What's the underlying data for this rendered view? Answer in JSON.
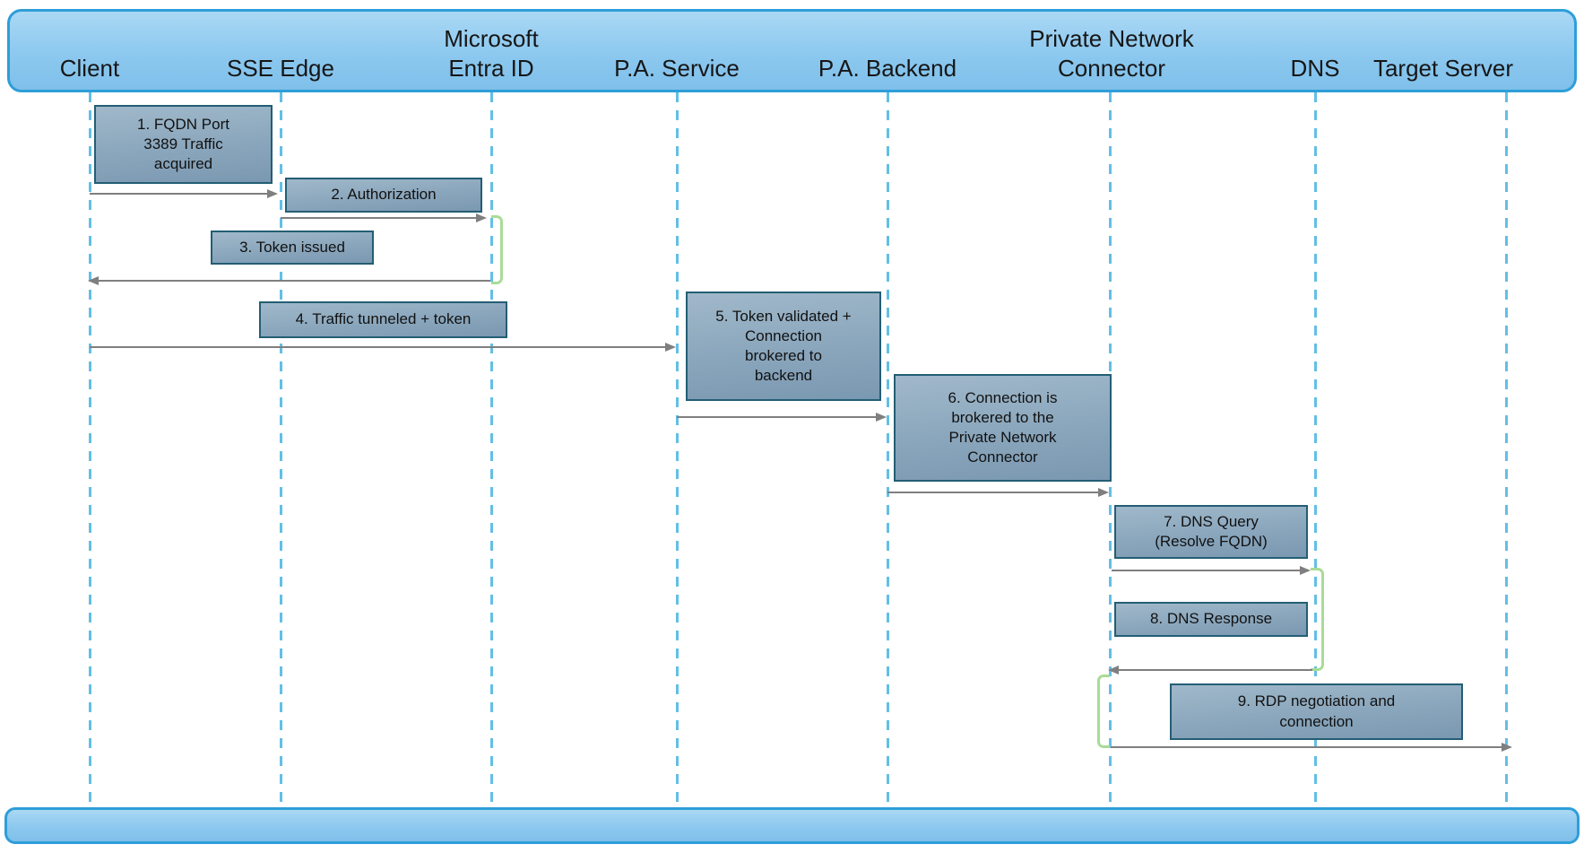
{
  "diagram": {
    "type": "sequence-diagram",
    "actors": [
      {
        "name": "Client"
      },
      {
        "name": "SSE Edge"
      },
      {
        "name": "Microsoft\nEntra ID"
      },
      {
        "name": "P.A. Service"
      },
      {
        "name": "P.A. Backend"
      },
      {
        "name": "Private Network\nConnector"
      },
      {
        "name": "DNS"
      },
      {
        "name": "Target Server"
      }
    ],
    "messages": [
      {
        "label": "1. FQDN Port\n3389 Traffic\nacquired",
        "from": "Client",
        "to": "SSE Edge"
      },
      {
        "label": "2. Authorization",
        "from": "SSE Edge",
        "to": "Microsoft Entra ID"
      },
      {
        "label": "3. Token issued",
        "from": "Microsoft Entra ID",
        "to": "Client"
      },
      {
        "label": "4. Traffic tunneled + token",
        "from": "Client",
        "to": "P.A. Service"
      },
      {
        "label": "5. Token validated +\nConnection\nbrokered to\nbackend",
        "from": "P.A. Service",
        "to": "P.A. Backend"
      },
      {
        "label": "6. Connection is\nbrokered to the\nPrivate Network\nConnector",
        "from": "P.A. Backend",
        "to": "Private Network Connector"
      },
      {
        "label": "7. DNS Query\n(Resolve FQDN)",
        "from": "Private Network Connector",
        "to": "DNS"
      },
      {
        "label": "8. DNS Response",
        "from": "DNS",
        "to": "Private Network Connector"
      },
      {
        "label": "9. RDP negotiation and\nconnection",
        "from": "Private Network Connector",
        "to": "Target Server"
      }
    ],
    "activations": [
      {
        "actor": "Microsoft Entra ID",
        "between": [
          "2. Authorization",
          "3. Token issued"
        ]
      },
      {
        "actor": "DNS",
        "between": [
          "7. DNS Query (Resolve FQDN)",
          "8. DNS Response"
        ]
      },
      {
        "actor": "Private Network Connector",
        "between": [
          "8. DNS Response",
          "9. RDP negotiation and connection"
        ]
      }
    ],
    "colors": {
      "header_fill": "#8cc8ef",
      "header_border": "#2e9ed9",
      "message_box_fill_top": "#a0b8ca",
      "message_box_fill_bottom": "#7a98b1",
      "message_box_border": "#235e74",
      "lifeline": "#62bfe5",
      "arrow": "#7f7f7f",
      "activation": "#a9dc96",
      "text": "#161616"
    }
  }
}
